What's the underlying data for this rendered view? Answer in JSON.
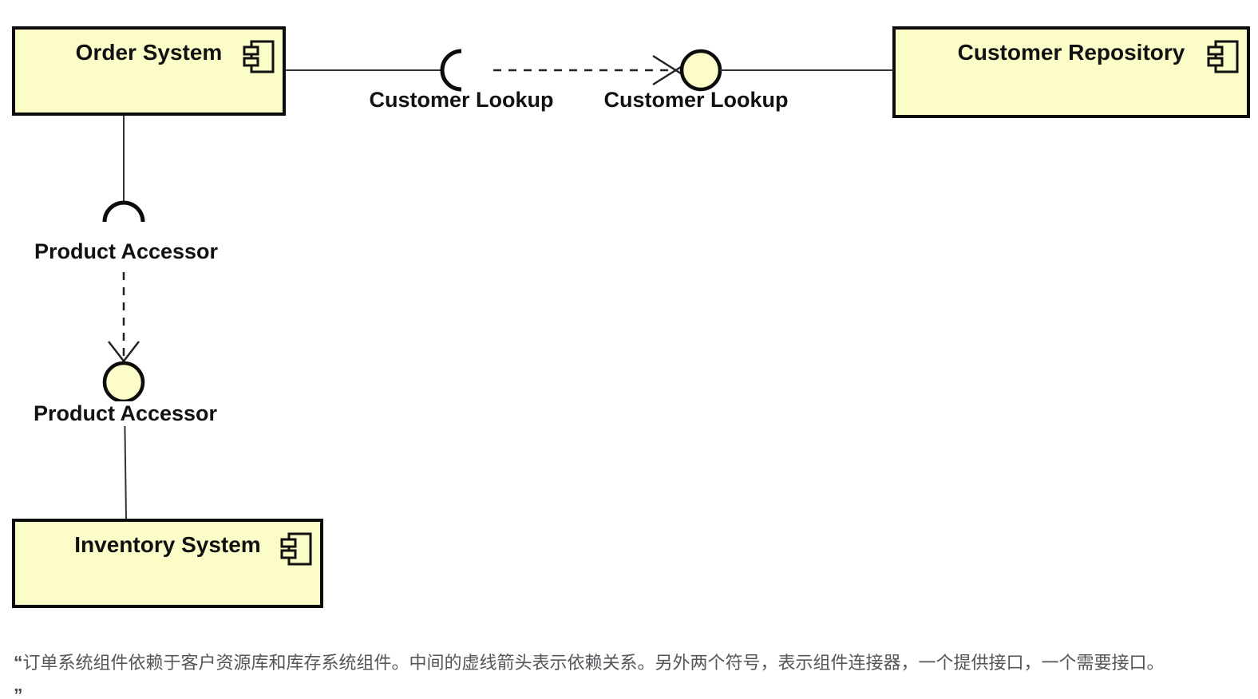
{
  "diagram": {
    "components": [
      {
        "label": "Order System"
      },
      {
        "label": "Customer Repository"
      },
      {
        "label": "Inventory System"
      }
    ],
    "interface_labels": [
      {
        "label": "Customer Lookup"
      },
      {
        "label": "Customer Lookup"
      },
      {
        "label": "Product Accessor"
      },
      {
        "label": "Product Accessor"
      }
    ],
    "connector_types": {
      "socket": "required-interface-socket",
      "ball": "provided-interface-ball",
      "dependency": "dashed-open-arrow"
    }
  },
  "icons": {
    "component": "uml-component-icon"
  },
  "colors": {
    "component_fill": "#FCFCC8",
    "component_border": "#0c0c0c",
    "connector_line": "#333333",
    "label_text": "#111111",
    "caption_text": "#55555a",
    "background": "#ffffff"
  },
  "caption": {
    "open_quote": "“",
    "text": "订单系统组件依赖于客户资源库和库存系统组件。中间的虚线箭头表示依赖关系。另外两个符号，表示组件连接器，一个提供接口，一个需要接口。",
    "close_quote": "”"
  }
}
